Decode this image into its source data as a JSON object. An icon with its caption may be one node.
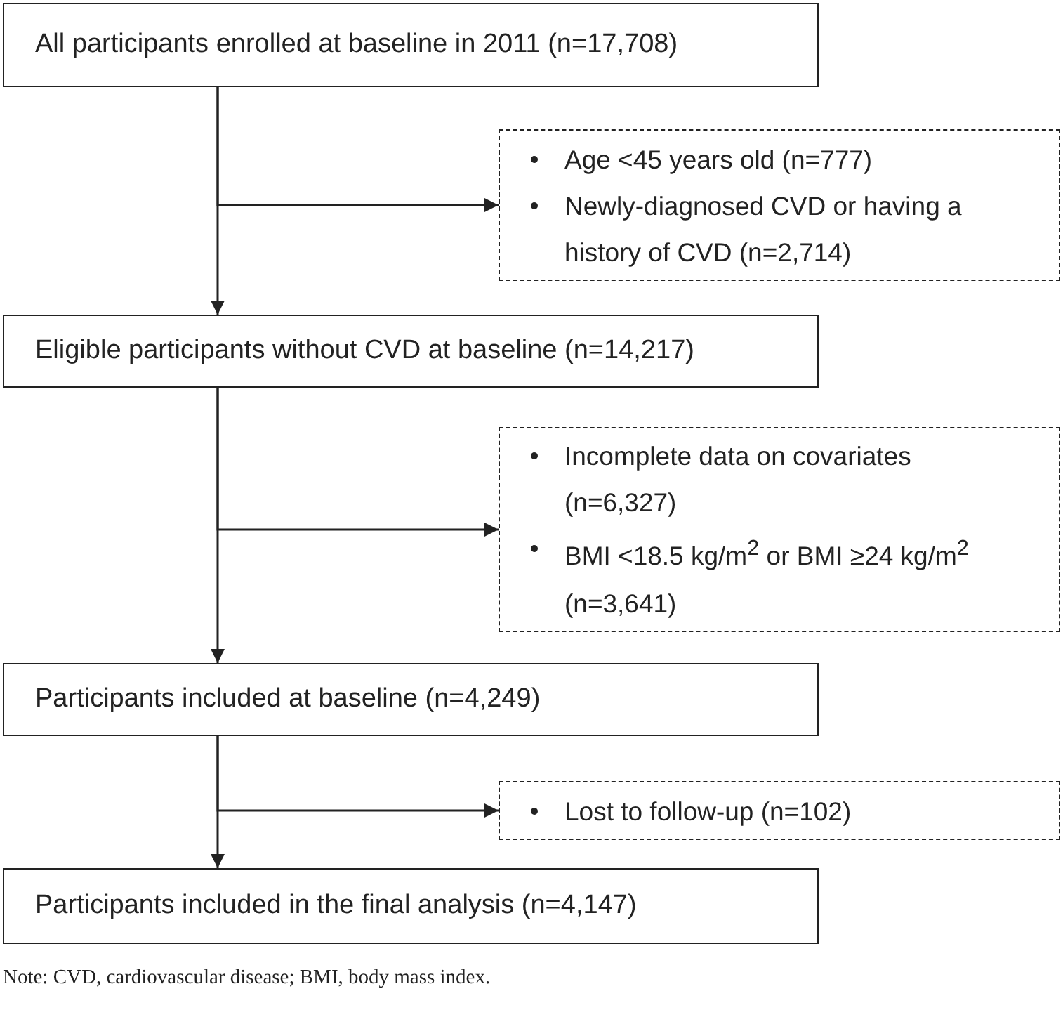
{
  "diagram": {
    "nodes": [
      {
        "text": [
          "All participants enrolled at baseline in 2011 (n=17,708)"
        ]
      },
      {
        "text": [
          "Age <45 years old (n=777)",
          "Newly-diagnosed CVD or having a history of CVD (n=2,714)"
        ]
      },
      {
        "text": [
          "Eligible participants without CVD at baseline (n=14,217)"
        ]
      },
      {
        "text": [
          "Incomplete data on covariates (n=6,327)",
          "BMI <18.5 kg/m$^{2}$ or BMI ≥24 kg/m$^{2}$ (n=3,641)"
        ]
      },
      {
        "text": [
          "Participants included at baseline (n=4,249)"
        ]
      },
      {
        "text": [
          "Lost to follow-up (n=102)"
        ]
      },
      {
        "text": [
          "Participants included in the final analysis (n=4,147)"
        ]
      }
    ],
    "edges": [
      {
        "from": 0,
        "to": 2,
        "arrow": "to"
      },
      {
        "from": 0,
        "to": 1,
        "arrow": "to"
      },
      {
        "from": 2,
        "to": 4,
        "arrow": "to"
      },
      {
        "from": 2,
        "to": 3,
        "arrow": "to"
      },
      {
        "from": 4,
        "to": 6,
        "arrow": "to"
      },
      {
        "from": 4,
        "to": 5,
        "arrow": "to"
      }
    ],
    "labels": [
      "Note: CVD, cardiovascular disease; BMI, body mass index."
    ]
  }
}
